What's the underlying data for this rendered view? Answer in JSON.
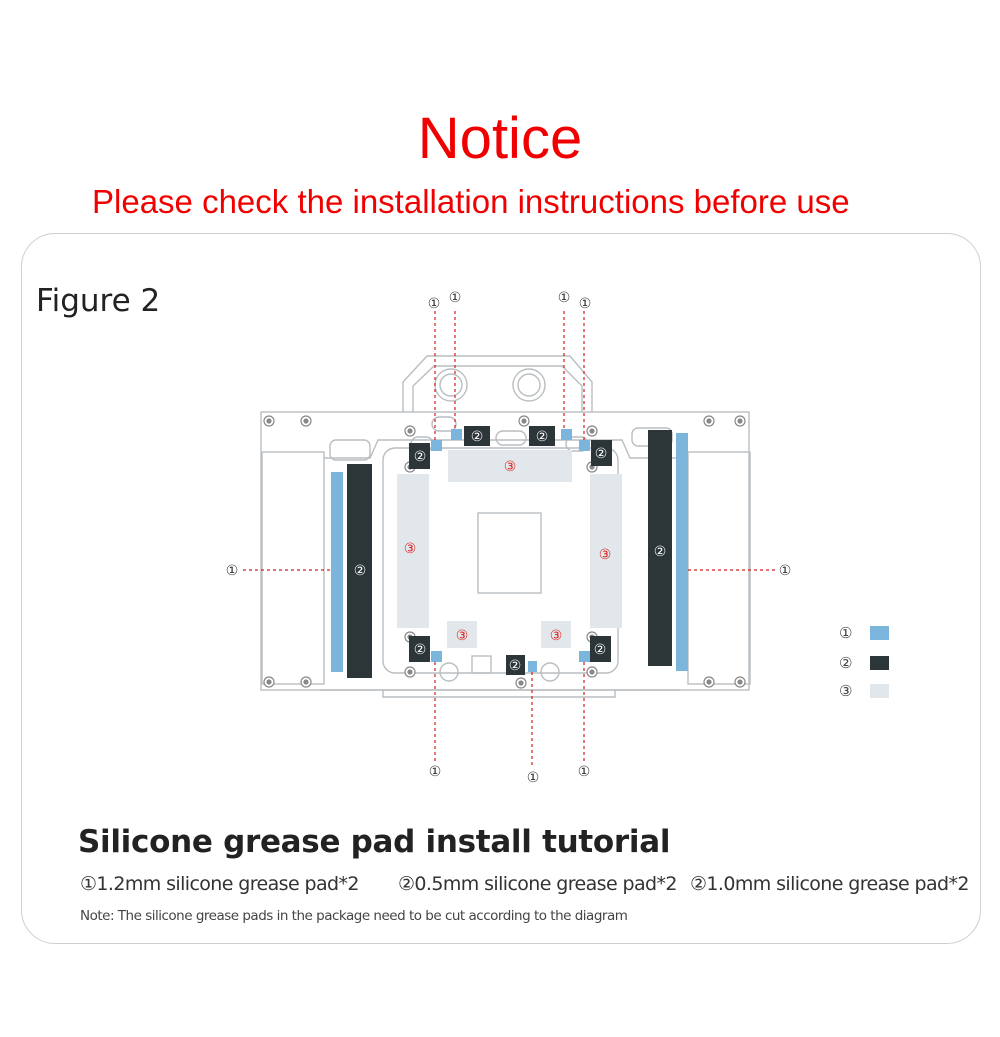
{
  "header": {
    "title": "Notice",
    "subtitle": "Please check the installation instructions before use"
  },
  "figure": {
    "label": "Figure 2",
    "markers": {
      "one": "①",
      "two": "②",
      "three": "③"
    }
  },
  "legend": {
    "items": [
      {
        "marker": "①",
        "color": "#7bb5dc"
      },
      {
        "marker": "②",
        "color": "#2c3538"
      },
      {
        "marker": "③",
        "color": "#e1e7ea"
      }
    ]
  },
  "tutorial": {
    "title": "Silicone grease pad install tutorial",
    "pads": [
      "①1.2mm silicone grease pad*2",
      "②0.5mm silicone grease pad*2",
      "②1.0mm silicone grease pad*2"
    ],
    "note": "Note: The silicone grease pads in the package need to be cut according to the diagram"
  },
  "colors": {
    "accent_red": "#f00000",
    "pad_blue": "#7bb5dc",
    "pad_dark": "#2c3538",
    "pad_light": "#e1e7ea",
    "leader_red": "#d22020"
  }
}
